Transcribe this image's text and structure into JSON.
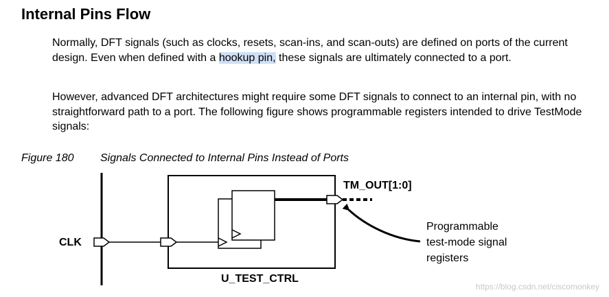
{
  "section": {
    "title": "Internal Pins Flow"
  },
  "paragraph1": {
    "before": "Normally, DFT signals (such as clocks, resets, scan-ins, and scan-outs) are defined on ports of the current design. Even when defined with a ",
    "highlighted": "hookup pin,",
    "after": " these signals are ultimately connected to a port."
  },
  "paragraph2": {
    "text": "However, advanced DFT architectures might require some DFT signals to connect to an internal pin, with no straightforward path to a port. The following figure shows programmable registers intended to drive TestMode signals:"
  },
  "figure": {
    "number": "Figure 180",
    "caption": "Signals Connected to Internal Pins Instead of Ports",
    "labels": {
      "clk": "CLK",
      "tm_out": "TM_OUT[1:0]",
      "block": "U_TEST_CTRL",
      "annotation_line1": "Programmable",
      "annotation_line2": "test-mode signal",
      "annotation_line3": "registers"
    }
  },
  "watermark": "https://blog.csdn.net/ciscomonkey",
  "colors": {
    "highlight": "#cfe0f5",
    "watermark": "#c8c8c8"
  }
}
